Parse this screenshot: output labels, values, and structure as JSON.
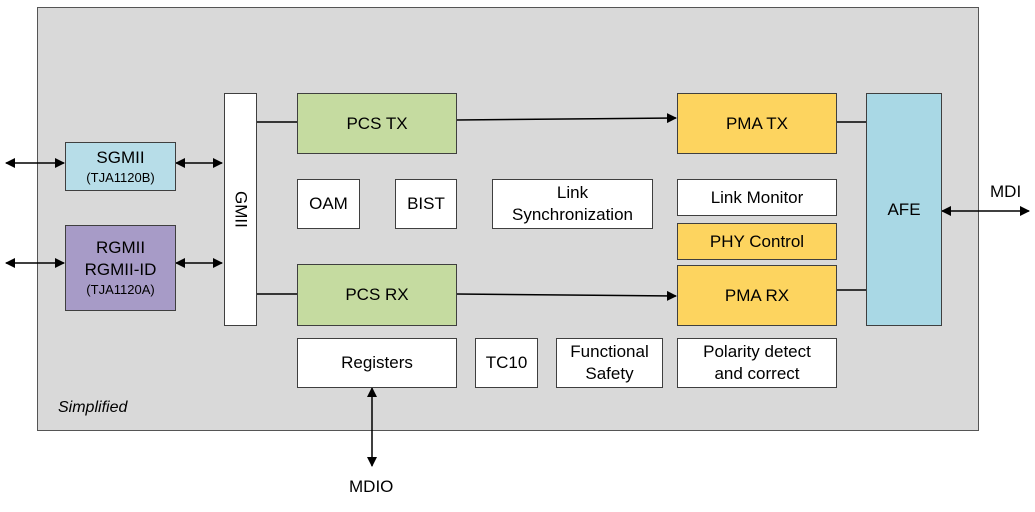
{
  "frame_note": "Simplified",
  "blocks": {
    "sgmii": "SGMII",
    "sgmii_sub": "(TJA1120B)",
    "rgmii_line1": "RGMII",
    "rgmii_line2": "RGMII-ID",
    "rgmii_sub": "(TJA1120A)",
    "gmii": "GMII",
    "pcs_tx": "PCS TX",
    "pcs_rx": "PCS RX",
    "pma_tx": "PMA TX",
    "pma_rx": "PMA RX",
    "oam": "OAM",
    "bist": "BIST",
    "link_sync_line1": "Link",
    "link_sync_line2": "Synchronization",
    "link_monitor": "Link Monitor",
    "phy_control": "PHY Control",
    "afe": "AFE",
    "registers": "Registers",
    "tc10": "TC10",
    "func_safety_line1": "Functional",
    "func_safety_line2": "Safety",
    "polarity_line1": "Polarity detect",
    "polarity_line2": "and correct"
  },
  "external": {
    "mdi": "MDI",
    "mdio": "MDIO"
  },
  "colors": {
    "frame": "#d9d9d9",
    "pcs": "#c5dba0",
    "pma": "#fdd45f",
    "afe": "#a9d8e5",
    "sgmii": "#b7dde8",
    "rgmii": "#a79bc7"
  }
}
